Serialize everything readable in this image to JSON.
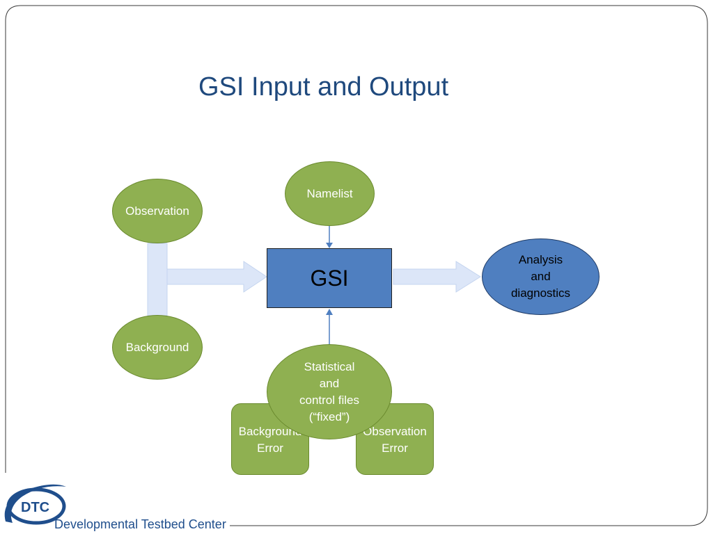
{
  "slide": {
    "title": "GSI Input and Output"
  },
  "diagram": {
    "namelist": "Namelist",
    "observation": "Observation",
    "background": "Background",
    "gsi": "GSI",
    "analysis": [
      "Analysis",
      "and",
      "diagnostics"
    ],
    "statistical": [
      "Statistical",
      "and",
      "control files",
      "(“fixed”)"
    ],
    "background_error": [
      "Background",
      "Error"
    ],
    "observation_error": [
      "Observation",
      "Error"
    ]
  },
  "logo": {
    "mark": "DTC",
    "name": "Developmental Testbed Center"
  },
  "colors": {
    "green_fill": "#8fb051",
    "blue_fill": "#4f7fc0",
    "title_color": "#1f497d",
    "arrow_fill": "#dce6f8",
    "logo_blue": "#1f4e8c"
  }
}
